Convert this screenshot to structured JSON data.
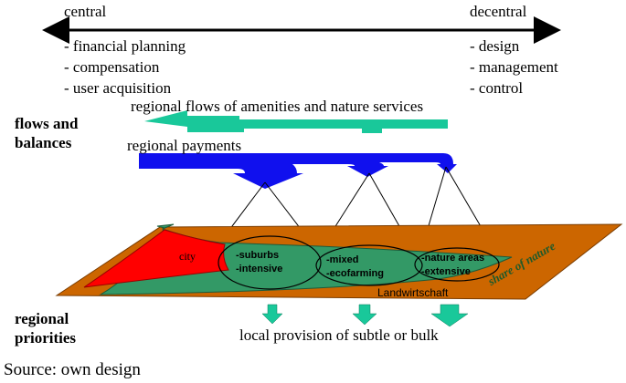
{
  "axis": {
    "left_label": "central",
    "right_label": "decentral",
    "left_items": [
      "- financial planning",
      "- compensation",
      "- user acquisition"
    ],
    "right_items": [
      "- design",
      "- management",
      "- control"
    ]
  },
  "flows": {
    "heading_line1": "flows and",
    "heading_line2": "balances",
    "amenities_label": "regional flows of amenities and nature services",
    "payments_label": "regional payments"
  },
  "landscape": {
    "city": "city",
    "zone1_line1": "-suburbs",
    "zone1_line2": "-intensive",
    "zone2_line1": "-mixed",
    "zone2_line2": "-ecofarming",
    "zone3_line1": "-nature areas",
    "zone3_line2": "-extensive",
    "landwirtschaft": "Landwirtschaft",
    "share_of_nature": "share of nature"
  },
  "priorities": {
    "heading_line1": "regional",
    "heading_line2": "priorities",
    "provision_label": "local  provision of subtle or bulk"
  },
  "source": "Source: own design",
  "colors": {
    "teal": "#19c89a",
    "blue": "#1010ee",
    "orange": "#cc6600",
    "green": "#339966",
    "red": "#ff0000"
  }
}
